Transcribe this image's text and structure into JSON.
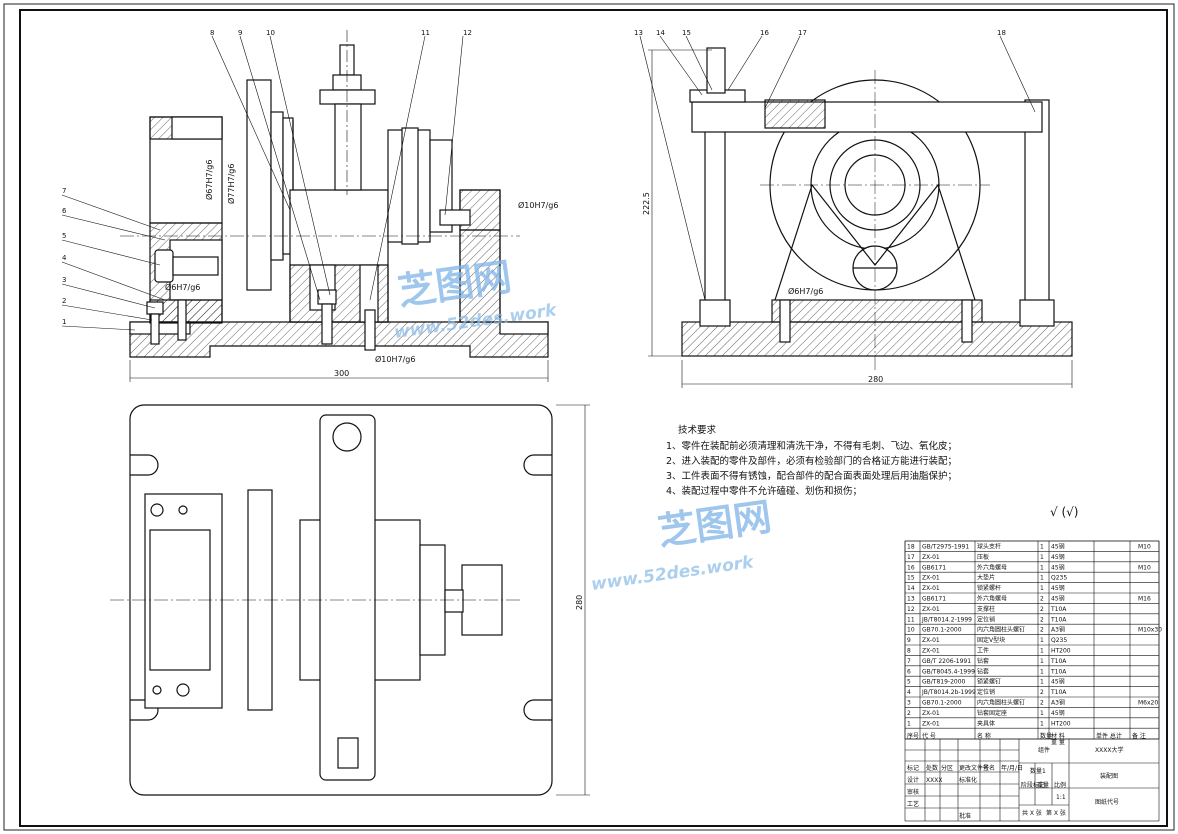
{
  "balloons_left": [
    "8",
    "9",
    "10",
    "11",
    "12"
  ],
  "balloons_left_side": [
    "7",
    "6",
    "5",
    "4",
    "3",
    "2",
    "1"
  ],
  "balloons_right": [
    "13",
    "14",
    "15",
    "16",
    "17",
    "18"
  ],
  "dims": {
    "d1": "Ø67H7/g6",
    "d2": "Ø77H7/g6",
    "d3": "Ø10H7/g6",
    "d4": "Ø6H7/g6",
    "d5": "Ø10H7/g6",
    "d6": "Ø6H7/g6",
    "w_front": "300",
    "w_side": "280",
    "h_side": "222.5",
    "h_top": "280"
  },
  "requirements": {
    "title": "技术要求",
    "items": [
      "1、零件在装配前必须清理和清洗干净，不得有毛刺、飞边、氧化皮；",
      "2、进入装配的零件及部件，必须有检验部门的合格证方能进行装配；",
      "3、工件表面不得有锈蚀，配合部件的配合面表面处理后用油脂保护；",
      "4、装配过程中零件不允许磕碰、划伤和损伤；"
    ]
  },
  "roughness": "√ (√)",
  "watermark": {
    "brand": "芝图网",
    "url": "www.52des.work"
  },
  "bom": {
    "rows": [
      [
        "18",
        "GB/T2975-1991",
        "球头支杆",
        "1",
        "45钢",
        "",
        "M10"
      ],
      [
        "17",
        "ZX-01",
        "压板",
        "1",
        "45钢",
        "",
        ""
      ],
      [
        "16",
        "GB6171",
        "外六角螺母",
        "1",
        "45钢",
        "",
        "M10"
      ],
      [
        "15",
        "ZX-01",
        "大垫片",
        "1",
        "Q235",
        "",
        ""
      ],
      [
        "14",
        "ZX-01",
        "锁紧螺杆",
        "1",
        "45钢",
        "",
        ""
      ],
      [
        "13",
        "GB6171",
        "外六角螺母",
        "2",
        "45钢",
        "",
        "M16"
      ],
      [
        "12",
        "ZX-01",
        "支撑柱",
        "2",
        "T10A",
        "",
        ""
      ],
      [
        "11",
        "JB/T8014.2-1999",
        "定位销",
        "2",
        "T10A",
        "",
        ""
      ],
      [
        "10",
        "GB70.1-2000",
        "内六角圆柱头螺钉",
        "2",
        "A3钢",
        "",
        "M10x30"
      ],
      [
        "9",
        "ZX-01",
        "固定V型块",
        "1",
        "Q235",
        "",
        ""
      ],
      [
        "8",
        "ZX-01",
        "工件",
        "1",
        "HT200",
        "",
        ""
      ],
      [
        "7",
        "GB/T 2206-1991",
        "钻套",
        "1",
        "T10A",
        "",
        ""
      ],
      [
        "6",
        "GB/T8045.4-1999",
        "钻套",
        "1",
        "T10A",
        "",
        ""
      ],
      [
        "5",
        "GB/T819-2000",
        "锁紧螺钉",
        "1",
        "45钢",
        "",
        ""
      ],
      [
        "4",
        "JB/T8014.2b-1999",
        "定位销",
        "2",
        "T10A",
        "",
        ""
      ],
      [
        "3",
        "GB70.1-2000",
        "内六角圆柱头螺钉",
        "2",
        "A3钢",
        "",
        "M6x20"
      ],
      [
        "2",
        "ZX-01",
        "钻套固定座",
        "1",
        "45钢",
        "",
        ""
      ],
      [
        "1",
        "ZX-01",
        "夹具体",
        "1",
        "HT200",
        "",
        ""
      ]
    ],
    "header": [
      "序号",
      "代  号",
      "名  称",
      "数量",
      "材  料",
      "单件 总计",
      "备  注"
    ],
    "header_sub": "重  量"
  },
  "titleblock": {
    "part": "组件",
    "school": "XXXX大学",
    "qty_label": "数量",
    "qty_value": "1",
    "drawing": "装配图",
    "stage": "阶段标记",
    "weight": "重量",
    "scale": "比例",
    "scale_value": "1:1",
    "sheet_total": "共 X 张",
    "sheet_no": "第 X 张",
    "drawing_no": "图纸代号",
    "mark": "标记",
    "count": "处数",
    "zone": "分区",
    "change_doc": "更改文件号",
    "sign": "签名",
    "date": "年/月/日",
    "design": "设计",
    "design_name": "XXXX",
    "std": "标准化",
    "review": "审核",
    "craft": "工艺",
    "approve": "批准"
  }
}
